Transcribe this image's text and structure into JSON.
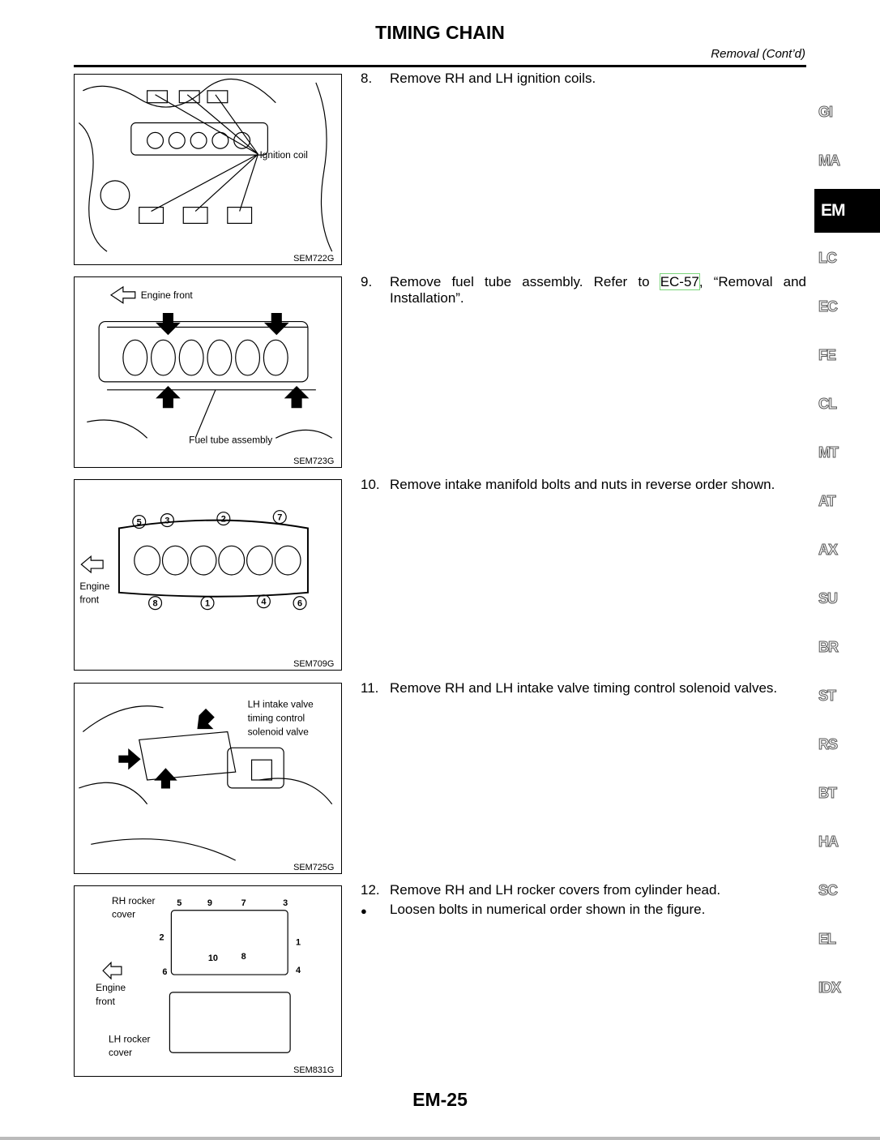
{
  "header": {
    "title": "TIMING CHAIN",
    "subtitle": "Removal (Cont’d)"
  },
  "figures": [
    {
      "code": "SEM722G",
      "labels": [
        "Ignition coil"
      ]
    },
    {
      "code": "SEM723G",
      "labels": [
        "Engine front",
        "Fuel tube assembly"
      ]
    },
    {
      "code": "SEM709G",
      "labels": [
        "Engine",
        "front"
      ],
      "numbers": [
        "5",
        "3",
        "2",
        "7",
        "8",
        "1",
        "4",
        "6"
      ]
    },
    {
      "code": "SEM725G",
      "labels": [
        "LH intake valve",
        "timing control",
        "solenoid valve"
      ]
    },
    {
      "code": "SEM831G",
      "labels": [
        "RH rocker",
        "cover",
        "Engine",
        "front",
        "LH rocker",
        "cover"
      ],
      "numbers": [
        "5",
        "9",
        "7",
        "3",
        "2",
        "1",
        "10",
        "8",
        "6",
        "4"
      ]
    }
  ],
  "steps": [
    {
      "num": "8.",
      "text": "Remove RH and LH ignition coils."
    },
    {
      "num": "9.",
      "text_before": "Remove fuel tube assembly. Refer to ",
      "link": "EC-57",
      "text_after": ", “Removal and Installation”."
    },
    {
      "num": "10.",
      "text": "Remove intake manifold bolts and nuts in reverse order shown."
    },
    {
      "num": "11.",
      "text": "Remove RH and LH intake valve timing control solenoid valves."
    },
    {
      "num": "12.",
      "text": "Remove RH and LH rocker covers from cylinder head.",
      "bullet": "●",
      "bullet_text": "Loosen bolts in numerical order shown in the figure."
    }
  ],
  "section_tabs": [
    "GI",
    "MA",
    "EM",
    "LC",
    "EC",
    "FE",
    "CL",
    "MT",
    "AT",
    "AX",
    "SU",
    "BR",
    "ST",
    "RS",
    "BT",
    "HA",
    "SC",
    "EL",
    "IDX"
  ],
  "active_tab": "EM",
  "footer": {
    "page": "EM-25"
  }
}
